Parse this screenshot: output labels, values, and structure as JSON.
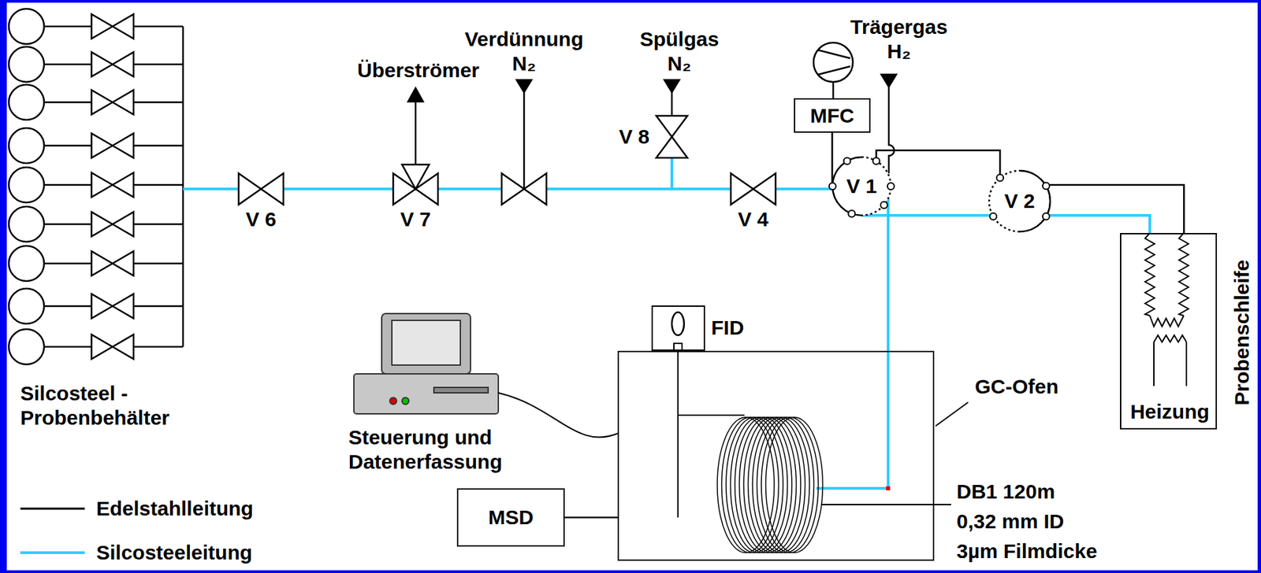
{
  "diagram": {
    "nodes": [
      {
        "text": [
          "V 6"
        ]
      },
      {
        "text": [
          "V 7"
        ]
      },
      {
        "text": [
          "Verdünnung N₂"
        ]
      },
      {
        "text": [
          "V 8"
        ]
      },
      {
        "text": [
          "V 4"
        ]
      },
      {
        "text": [
          "MFC"
        ]
      },
      {
        "text": [
          "V 1"
        ]
      },
      {
        "text": [
          "V 2"
        ]
      },
      {
        "text": [
          "FID"
        ]
      },
      {
        "text": [
          "GC-Ofen"
        ]
      },
      {
        "text": [
          "Probenschleife",
          "Heizung"
        ]
      },
      {
        "text": [
          "MSD"
        ]
      }
    ],
    "edges": [
      {
        "from": 0,
        "to": 1,
        "arrow": "none"
      },
      {
        "from": 1,
        "to": 2,
        "arrow": "none"
      },
      {
        "from": 2,
        "to": 4,
        "arrow": "none"
      },
      {
        "from": 3,
        "to": 4,
        "arrow": "none"
      },
      {
        "from": 4,
        "to": 6,
        "arrow": "none"
      },
      {
        "from": 5,
        "to": 6,
        "arrow": "none"
      },
      {
        "from": 6,
        "to": 7,
        "arrow": "none"
      },
      {
        "from": 6,
        "to": 7,
        "arrow": "none"
      },
      {
        "from": 6,
        "to": 9,
        "arrow": "none"
      },
      {
        "from": 7,
        "to": 10,
        "arrow": "none"
      },
      {
        "from": 7,
        "to": 10,
        "arrow": "none"
      },
      {
        "from": 11,
        "to": 9,
        "arrow": "none"
      }
    ],
    "labels": [
      "Überströmer",
      "Spülgas N₂",
      "Trägergas H₂",
      "Silcosteel - Probenbehälter",
      "Steuerung und Datenerfassung",
      "DB1 120m",
      "0,32 mm ID",
      "3µm Filmdicke"
    ],
    "legend": [
      {
        "text": "Edelstahlleitung"
      },
      {
        "text": "Silcosteeleitung"
      }
    ]
  }
}
